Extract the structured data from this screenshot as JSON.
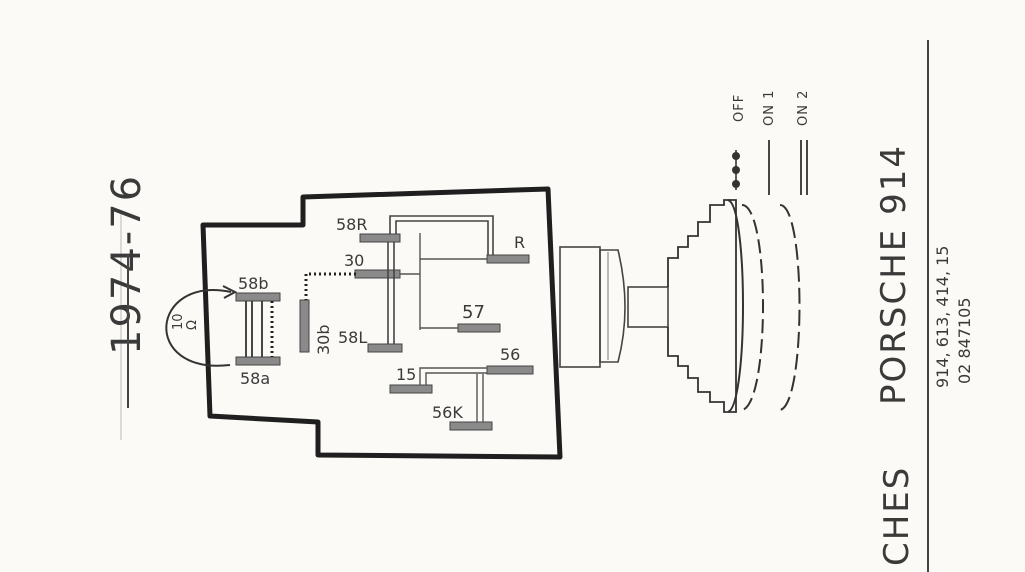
{
  "years": "1974-76",
  "terminals": {
    "t58b": "58b",
    "t58a": "58a",
    "t58r": "58R",
    "t30": "30",
    "t30b": "30b",
    "t58l": "58L",
    "tR": "R",
    "t57": "57",
    "t56": "56",
    "t15": "15",
    "t56k": "56K"
  },
  "resistor": {
    "value": "10",
    "unit": "Ω"
  },
  "legend": {
    "off": "OFF",
    "on1": "ON 1",
    "on2": "ON 2"
  },
  "title": "PORSCHE 914",
  "models": "914, 613, 414, 15",
  "part_number": "02 847105",
  "cut_title": "CHES",
  "colors": {
    "ink": "#222222",
    "pencil": "#555555",
    "hatch": "#8a8a8a",
    "paper": "#fbfaf6"
  }
}
